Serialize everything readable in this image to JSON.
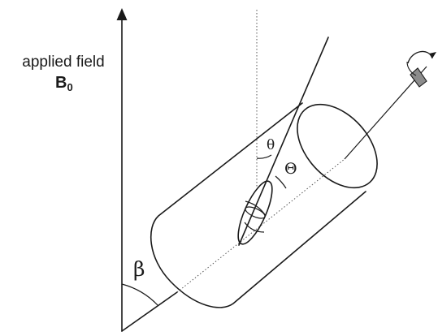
{
  "labels": {
    "applied_field": "applied field",
    "field_symbol": "B",
    "field_subscript": "0",
    "beta": "β",
    "theta_small": "θ",
    "theta_large": "Θ"
  },
  "colors": {
    "line": "#1a1a1a",
    "rotation_arrow_fill": "#8c8c8c"
  }
}
